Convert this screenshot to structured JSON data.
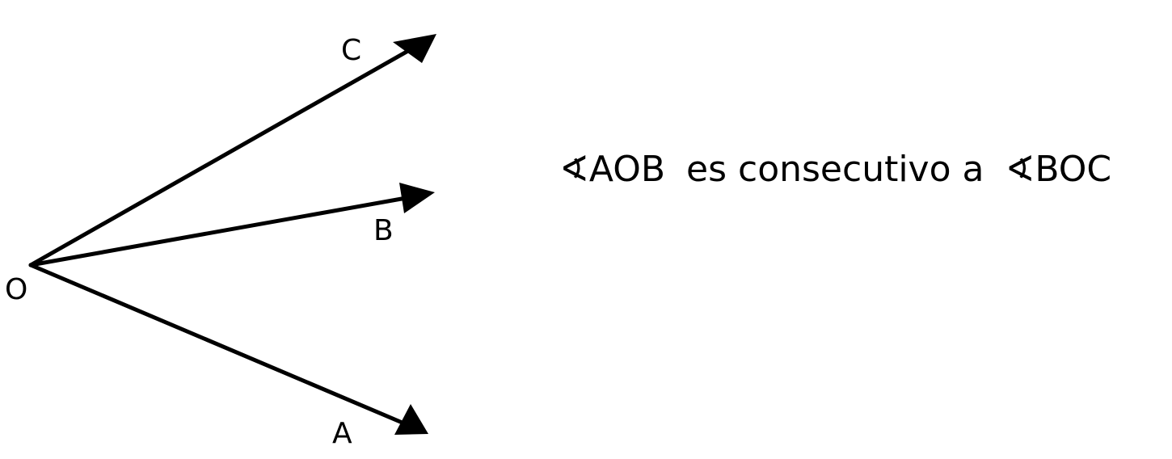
{
  "diagram": {
    "vertex_label": "O",
    "rays": [
      {
        "label": "C"
      },
      {
        "label": "B"
      },
      {
        "label": "A"
      }
    ]
  },
  "statement": {
    "angle_symbol": "∢",
    "first_angle": "AOB",
    "middle_text": "es consecutivo a",
    "second_angle": "BOC"
  }
}
